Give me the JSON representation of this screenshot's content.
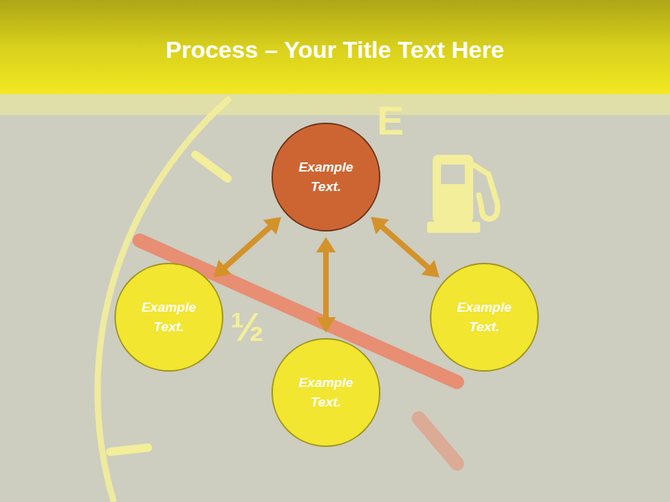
{
  "diagram": {
    "title": "Process – Your Title Text Here",
    "nodes": [
      {
        "text": [
          "Example Text."
        ]
      },
      {
        "text": [
          "Example Text."
        ]
      },
      {
        "text": [
          "Example Text."
        ]
      },
      {
        "text": [
          "Example Text."
        ]
      }
    ],
    "edges": [
      {
        "from": 0,
        "to": 1,
        "arrow": "both"
      },
      {
        "from": 0,
        "to": 2,
        "arrow": "both"
      },
      {
        "from": 0,
        "to": 3,
        "arrow": "both"
      }
    ],
    "labels": [
      "E",
      "½"
    ]
  }
}
